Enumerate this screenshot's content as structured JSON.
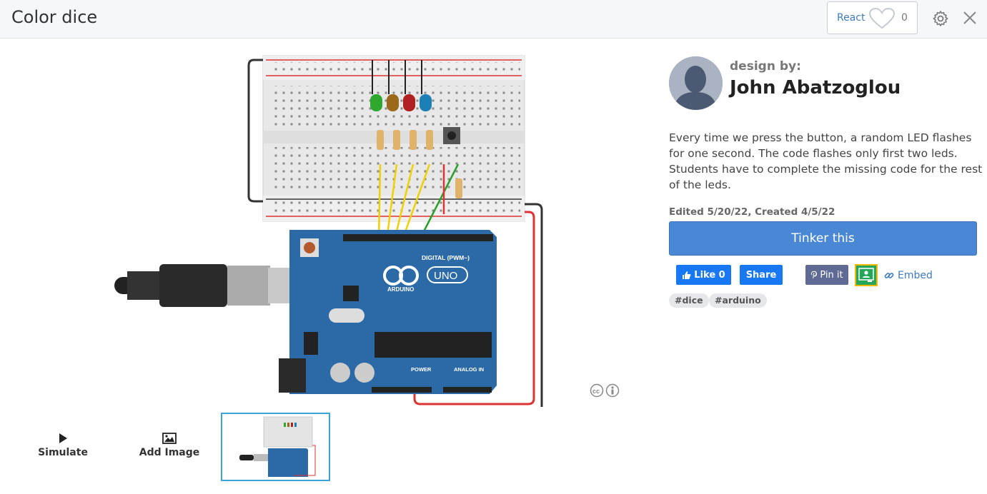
{
  "header": {
    "title": "Color dice",
    "react_label": "React",
    "react_count": "0"
  },
  "toolbar": {
    "simulate_label": "Simulate",
    "add_image_label": "Add Image"
  },
  "author": {
    "design_by": "design by:",
    "name": "John Abatzoglou"
  },
  "description": "Every time we press the button, a random LED flashes for one second. The code flashes only first two leds. Students have to complete the missing code for the rest of the leds.",
  "dates": "Edited 5/20/22, Created 4/5/22",
  "tinker_label": "Tinker this",
  "share": {
    "like_label": "Like 0",
    "share_label": "Share",
    "pin_label": "Pin it",
    "embed_label": "Embed"
  },
  "tags": [
    "#dice",
    "#arduino"
  ],
  "board": {
    "digital_label": "DIGITAL (PWM~)",
    "brand": "ARDUINO",
    "model": "UNO",
    "power_label": "POWER",
    "analog_label": "ANALOG IN"
  },
  "colors": {
    "accent": "#4a88d6",
    "facebook": "#1877f2",
    "pinterest": "#5f6b94",
    "board": "#2b6aa6",
    "led_green": "#2ea82e",
    "led_yellow": "#9a6a1a",
    "led_red": "#b02020",
    "led_blue": "#1c7fb5"
  }
}
